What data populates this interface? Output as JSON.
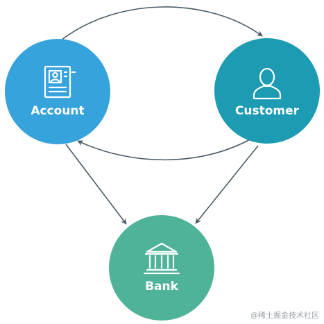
{
  "nodes": {
    "account": {
      "label": "Account",
      "icon": "id-card-icon",
      "color": "#36a3dc"
    },
    "customer": {
      "label": "Customer",
      "icon": "person-icon",
      "color": "#1d9bb3"
    },
    "bank": {
      "label": "Bank",
      "icon": "bank-building-icon",
      "color": "#4fb39a"
    }
  },
  "edges": [
    {
      "from": "Account",
      "to": "Customer"
    },
    {
      "from": "Customer",
      "to": "Account"
    },
    {
      "from": "Account",
      "to": "Bank"
    },
    {
      "from": "Customer",
      "to": "Bank"
    }
  ],
  "edge_color": "#4a5a64",
  "watermark": "@稀土掘金技术社区"
}
